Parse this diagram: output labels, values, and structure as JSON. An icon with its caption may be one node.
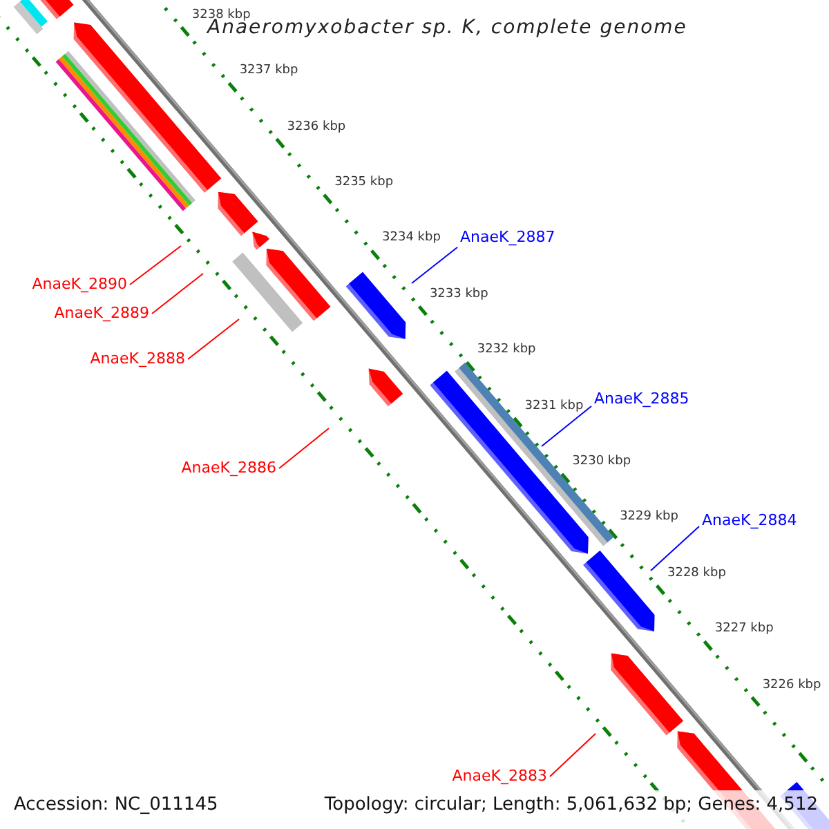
{
  "diagram": {
    "title": "Anaeromyxobacter sp. K, complete genome",
    "nodes": [
      {
        "text": [
          "AnaeK_2887"
        ]
      },
      {
        "text": [
          "AnaeK_2890"
        ]
      },
      {
        "text": [
          "AnaeK_2889"
        ]
      },
      {
        "text": [
          "AnaeK_2888"
        ]
      },
      {
        "text": [
          "AnaeK_2885"
        ]
      },
      {
        "text": [
          "AnaeK_2886"
        ]
      },
      {
        "text": [
          "AnaeK_2884"
        ]
      },
      {
        "text": [
          "AnaeK_2883"
        ]
      }
    ],
    "edges": [
      {
        "from": 0,
        "to": null,
        "arrow": "none",
        "color": "#0000ff"
      },
      {
        "from": 1,
        "to": null,
        "arrow": "none"
      },
      {
        "from": 2,
        "to": null,
        "arrow": "none"
      },
      {
        "from": 3,
        "to": null,
        "arrow": "none"
      },
      {
        "from": 4,
        "to": null,
        "arrow": "none",
        "color": "#0000ff"
      },
      {
        "from": 5,
        "to": null,
        "arrow": "none"
      },
      {
        "from": 6,
        "to": null,
        "arrow": "none",
        "color": "#0000ff"
      },
      {
        "from": 7,
        "to": null,
        "arrow": "none"
      }
    ],
    "labels": [
      "3238 kbp",
      "3237 kbp",
      "3236 kbp",
      "3235 kbp",
      "3234 kbp",
      "3233 kbp",
      "3232 kbp",
      "3231 kbp",
      "3230 kbp",
      "3229 kbp",
      "3228 kbp",
      "3227 kbp",
      "3226 kbp",
      "Accession: NC_011145",
      "Topology: circular; Length: 5,061,632 bp; Genes: 4,512"
    ]
  }
}
